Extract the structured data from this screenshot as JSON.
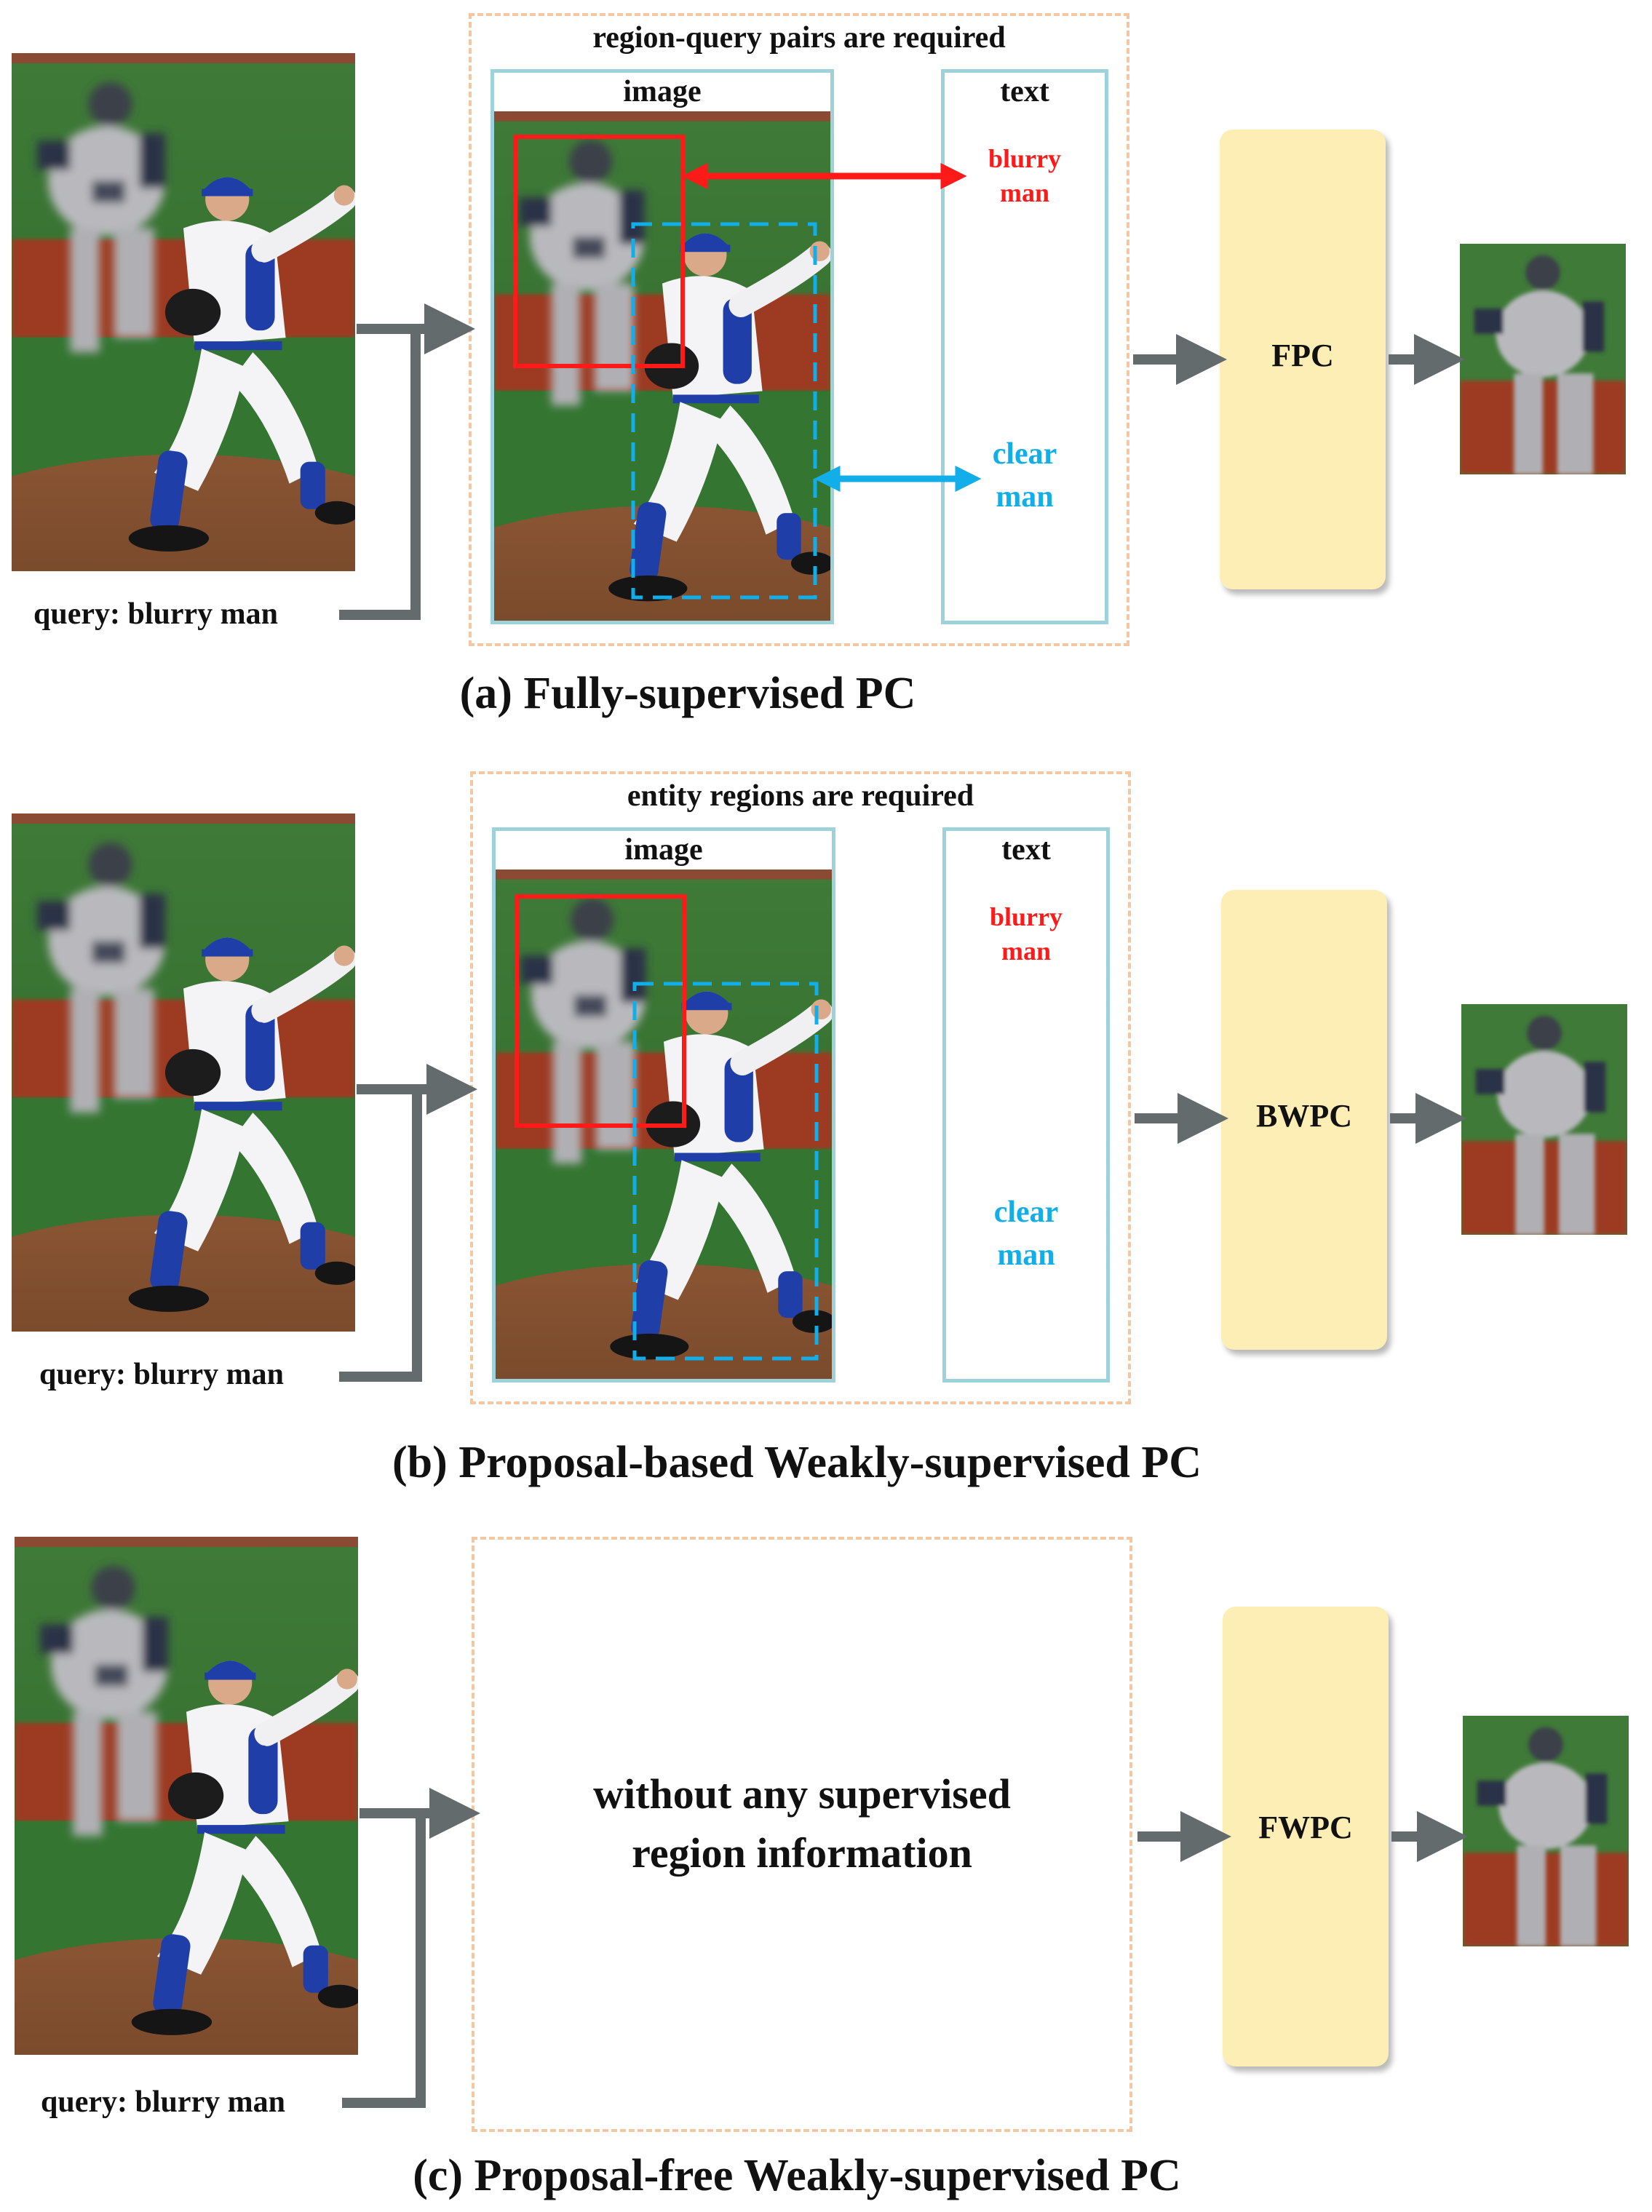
{
  "colors": {
    "dashed_frame": "#f5c7a0",
    "teal_box": "#9dd2da",
    "module_fill": "#fdeeb5",
    "arrow_gray": "#636b6d",
    "red": "#ff1a1a",
    "blue": "#11aeea"
  },
  "panels": [
    {
      "frame_title": "region-query pairs are required",
      "image_label": "image",
      "text_label": "text",
      "entities": [
        {
          "line1": "blurry",
          "line2": "man",
          "color": "red"
        },
        {
          "line1": "clear",
          "line2": "man",
          "color": "blue"
        }
      ],
      "query": "query: blurry man",
      "module": "FPC",
      "caption": "(a) Fully-supervised PC"
    },
    {
      "frame_title": "entity regions are required",
      "image_label": "image",
      "text_label": "text",
      "entities": [
        {
          "line1": "blurry",
          "line2": "man",
          "color": "red"
        },
        {
          "line1": "clear",
          "line2": "man",
          "color": "blue"
        }
      ],
      "query": "query: blurry man",
      "module": "BWPC",
      "caption": "(b) Proposal-based Weakly-supervised PC"
    },
    {
      "frame_message_line1": "without any supervised",
      "frame_message_line2": "region information",
      "query": "query: blurry man",
      "module": "FWPC",
      "caption": "(c) Proposal-free Weakly-supervised PC"
    }
  ]
}
